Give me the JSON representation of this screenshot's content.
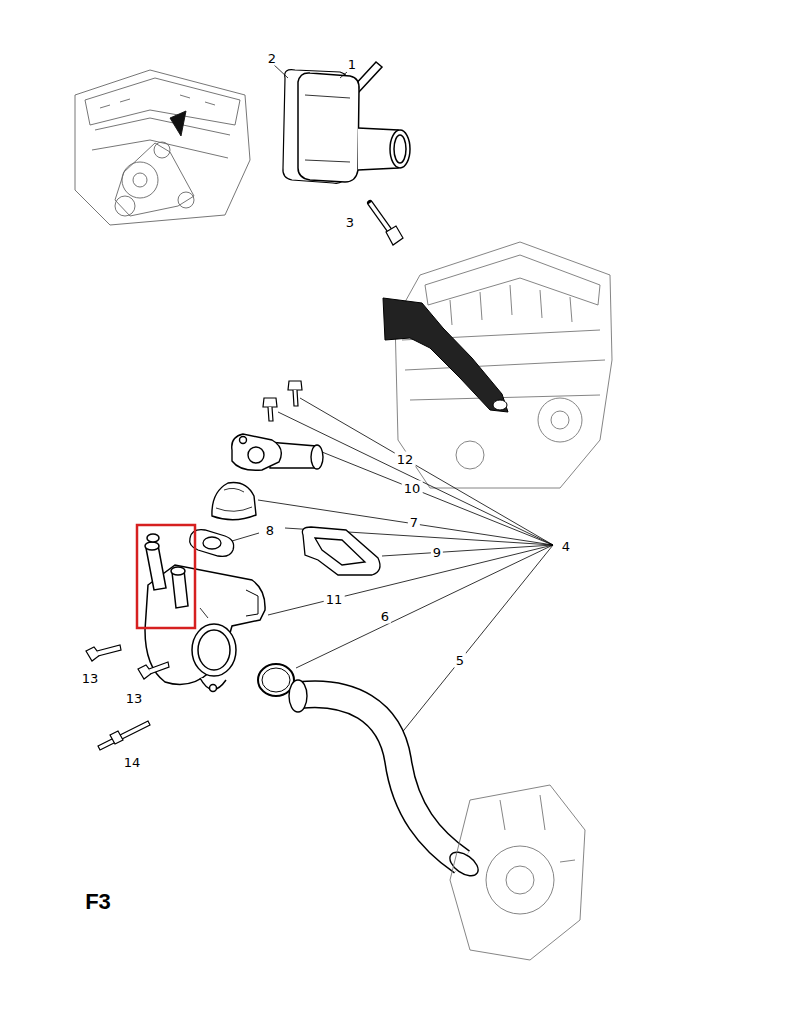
{
  "diagram": {
    "labels": [
      "2",
      "1",
      "3",
      "12",
      "10",
      "7",
      "8",
      "9",
      "4",
      "11",
      "6",
      "5",
      "13",
      "13",
      "14",
      "F3"
    ]
  }
}
